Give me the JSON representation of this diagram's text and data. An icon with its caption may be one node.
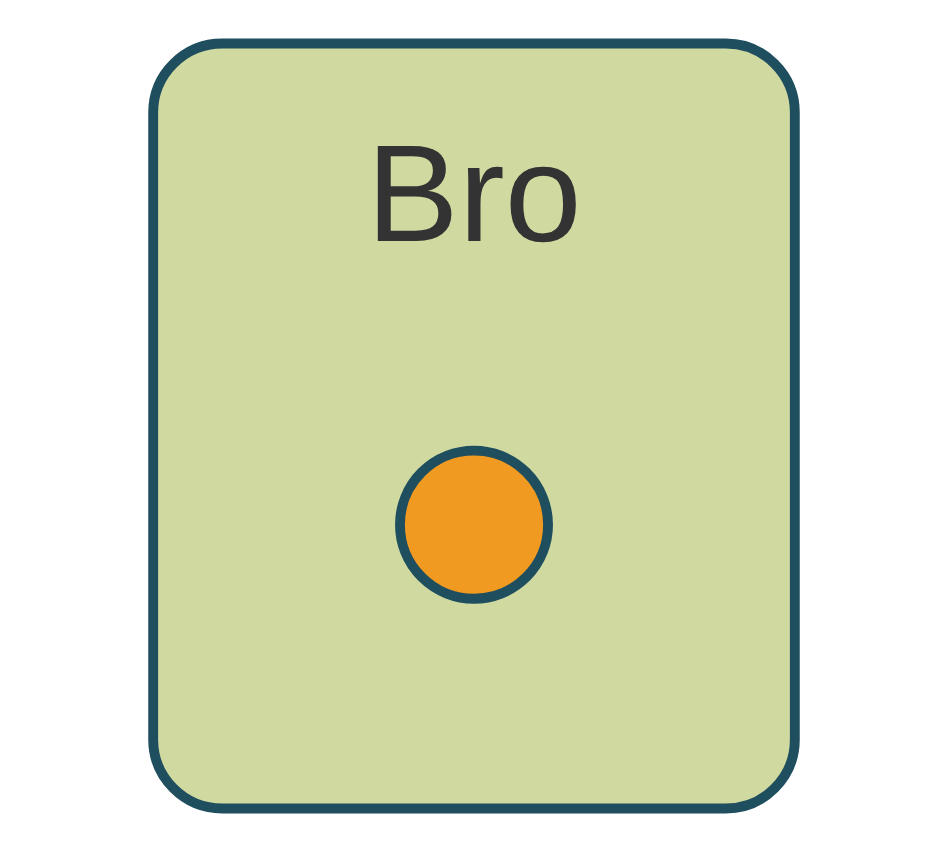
{
  "diagram": {
    "nodes": [
      {
        "text": [
          "Bro"
        ]
      },
      {
        "text": [],
        "shape": "circle",
        "in": 0
      }
    ]
  }
}
